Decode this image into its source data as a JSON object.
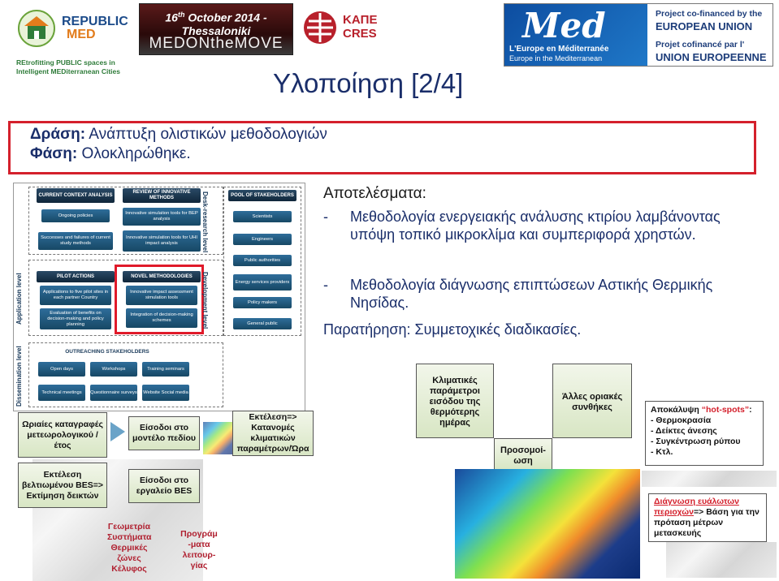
{
  "header": {
    "republic_name_1": "REPUBLIC",
    "republic_name_2": "MED",
    "republic_tag_1": "REtrofitting PUBLIC spaces in",
    "republic_tag_2": "Intelligent MEDiterranean Cities",
    "event_day": "16",
    "event_sup": "th",
    "event_rest": "October 2014 - Thessaloniki",
    "event_sub": "MEDONtheMOVE",
    "kape_text_1": "ΚΑΠΕ",
    "kape_text_2": "CRES",
    "med_word": "Med",
    "med_line1": "L'Europe en Méditerranée",
    "med_line2": "Europe in the Mediterranean",
    "eu_text_1": "Project co-financed by the",
    "eu_text_2": "EUROPEAN UNION",
    "eu_text_3": "Projet cofinancé par l'",
    "eu_text_4": "UNION EUROPEENNE"
  },
  "title": "Υλοποίηση [2/4]",
  "action": {
    "label1": "Δράση:",
    "value1": "Ανάπτυξη ολιστικών μεθοδολογιών",
    "label2": "Φάση:",
    "value2": "Ολοκληρώθηκε."
  },
  "diagram": {
    "col1_head": "CURRENT CONTEXT ANALYSIS",
    "col2_head": "REVIEW OF INNOVATIVE METHODS",
    "pool_head": "POOL OF STAKEHOLDERS",
    "c1_a": "Ongoing policies",
    "c1_b": "Successes and failures of current study methods",
    "c2_a": "Innovative simulation tools for BEP analysis",
    "c2_b": "Innovative simulation tools for UHI impact analysis",
    "pilot_head": "PILOT ACTIONS",
    "pilot_a": "Applications to five pilot sites in each partner Country",
    "pilot_b": "Evaluation of benefits on decision-making and policy planning",
    "novel_head": "NOVEL METHODOLOGIES",
    "novel_a": "Innovative impact assessment simulation tools",
    "novel_b": "Integration of decision-making schemes",
    "pool": [
      "Scientists",
      "Engineers",
      "Public authorities",
      "Energy services providers",
      "Policy makers",
      "General public"
    ],
    "desk_label": "Desk-research level",
    "dev_label": "Development level",
    "app_label": "Application level",
    "diss_label": "Dissemination level",
    "out_head": "OUTREACHING STAKEHOLDERS",
    "out": [
      "Open days",
      "Workshops",
      "Training seminars",
      "Technical meetings",
      "Questionnaire surveys",
      "Website Social media"
    ]
  },
  "results": {
    "title": "Αποτελέσματα:",
    "dash": "-",
    "item1": "Μεθοδολογία ενεργειακής ανάλυσης κτιρίου λαμβάνοντας υπόψη τοπικό μικροκλίμα και συμπεριφορά χρηστών.",
    "item2": "Μεθοδολογία διάγνωσης επιπτώσεων Αστικής Θερμικής Νησίδας.",
    "note": "Παρατήρηση: Συμμετοχικές διαδικασίες."
  },
  "flow": {
    "hourly": "Ωριαίες καταγραφές μετεωρολογικού / έτος",
    "field_input": "Είσοδοι στο μοντέλο πεδίου",
    "execution": "Εκτέλεση=> Κατανομές κλιματικών παραμέτρων/Ώρα",
    "bes_exec": "Εκτέλεση βελτιωμένου BES=> Εκτίμηση δεικτών",
    "bes_input": "Είσοδοι στο εργαλείο BES",
    "geometry": "Γεωμετρία Συστήματα Θερμικές ζώνες Κέλυφος",
    "program": "Προγράμ -ματα λειτουρ- γίας",
    "climatic": "Κλιματικές παράμετροι εισόδου της θερμότερης ημέρας",
    "boundary": "Άλλες οριακές συνθήκες",
    "simulation": "Προσομοί- ωση",
    "hotspots_label": "Αποκάλυψη",
    "hotspots_key": "hot-spots",
    "hotspots_colon": ":",
    "hotspots_items": [
      "- Θερμοκρασία",
      "- Δείκτες άνεσης",
      "- Συγκέντρωση ρύπου",
      "- Κτλ."
    ],
    "diagnosis_a": "Διάγνωση ευάλωτων",
    "diagnosis_b": "περιοχών",
    "diagnosis_c": "=> Βάση για την πρόταση μέτρων μετασκευής"
  },
  "colors": {
    "title": "#1a2e6a",
    "frame_red": "#d4202c",
    "accent_blue": "#0d4da0"
  }
}
